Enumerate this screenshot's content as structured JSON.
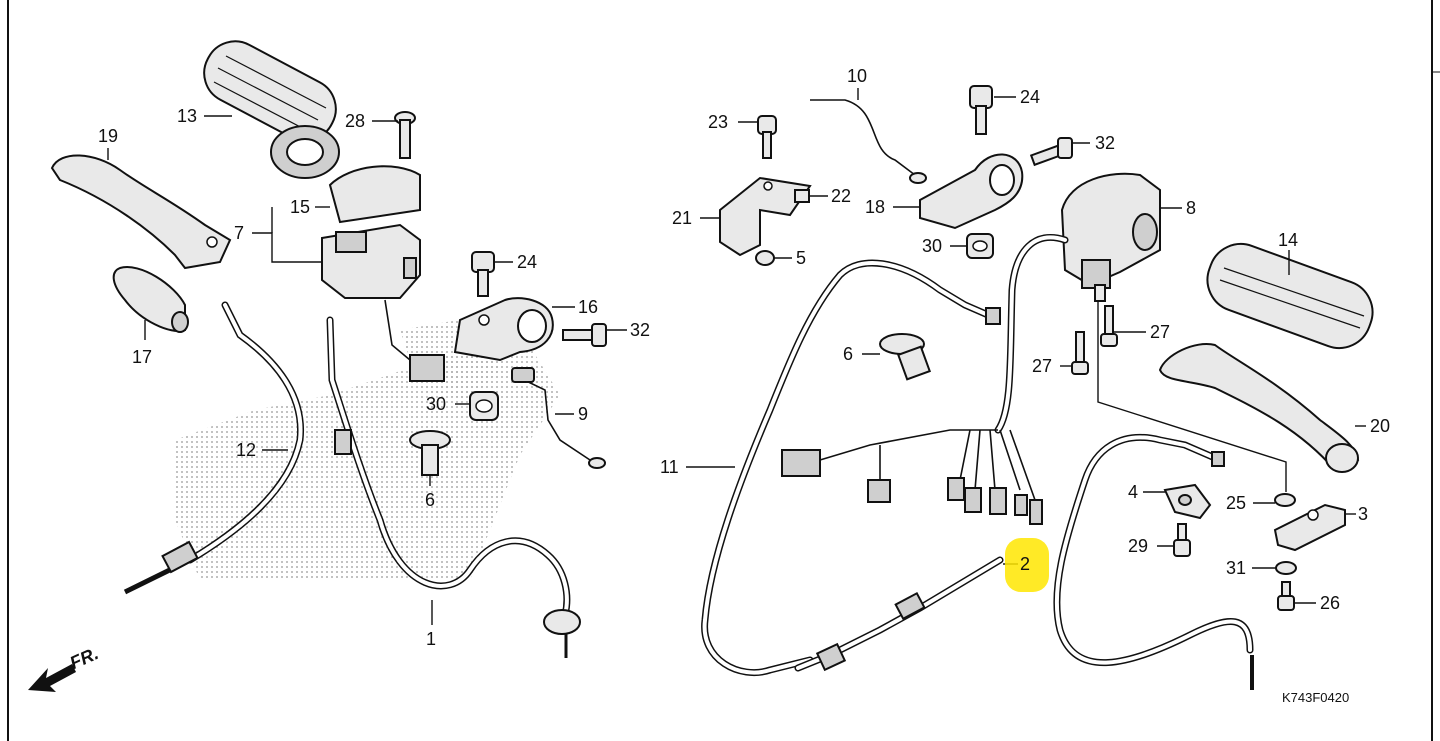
{
  "diagram": {
    "direction_label": "FR.",
    "diagram_code": "K743F0420",
    "highlight_color": "#ffe600",
    "highlighted_part": "2",
    "callouts": [
      {
        "id": "c19",
        "label": "19"
      },
      {
        "id": "c13",
        "label": "13"
      },
      {
        "id": "c28",
        "label": "28"
      },
      {
        "id": "c15",
        "label": "15"
      },
      {
        "id": "c7",
        "label": "7"
      },
      {
        "id": "c17",
        "label": "17"
      },
      {
        "id": "c24a",
        "label": "24"
      },
      {
        "id": "c16",
        "label": "16"
      },
      {
        "id": "c32a",
        "label": "32"
      },
      {
        "id": "c30a",
        "label": "30"
      },
      {
        "id": "c9",
        "label": "9"
      },
      {
        "id": "c6a",
        "label": "6"
      },
      {
        "id": "c12",
        "label": "12"
      },
      {
        "id": "c1",
        "label": "1"
      },
      {
        "id": "c10",
        "label": "10"
      },
      {
        "id": "c23",
        "label": "23"
      },
      {
        "id": "c24b",
        "label": "24"
      },
      {
        "id": "c32b",
        "label": "32"
      },
      {
        "id": "c22",
        "label": "22"
      },
      {
        "id": "c21",
        "label": "21"
      },
      {
        "id": "c18",
        "label": "18"
      },
      {
        "id": "c8",
        "label": "8"
      },
      {
        "id": "c30b",
        "label": "30"
      },
      {
        "id": "c5",
        "label": "5"
      },
      {
        "id": "c14",
        "label": "14"
      },
      {
        "id": "c6b",
        "label": "6"
      },
      {
        "id": "c27a",
        "label": "27"
      },
      {
        "id": "c27b",
        "label": "27"
      },
      {
        "id": "c20",
        "label": "20"
      },
      {
        "id": "c11",
        "label": "11"
      },
      {
        "id": "c4",
        "label": "4"
      },
      {
        "id": "c25",
        "label": "25"
      },
      {
        "id": "c3",
        "label": "3"
      },
      {
        "id": "c29",
        "label": "29"
      },
      {
        "id": "c2",
        "label": "2"
      },
      {
        "id": "c31",
        "label": "31"
      },
      {
        "id": "c26",
        "label": "26"
      }
    ]
  }
}
